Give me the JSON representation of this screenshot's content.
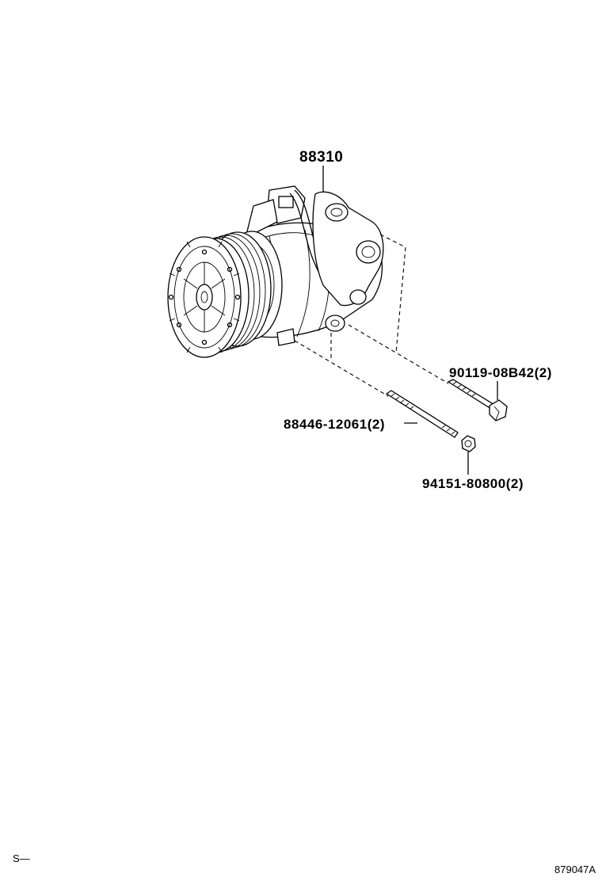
{
  "parts": {
    "compressor": {
      "number": "88310"
    },
    "bolt": {
      "number": "90119-08B42",
      "qty": "(2)"
    },
    "stud": {
      "number": "88446-12061",
      "qty": "(2)"
    },
    "nut": {
      "number": "94151-80800",
      "qty": "(2)"
    }
  },
  "footer": {
    "left_code": "S—",
    "diagram_id": "879047A"
  }
}
